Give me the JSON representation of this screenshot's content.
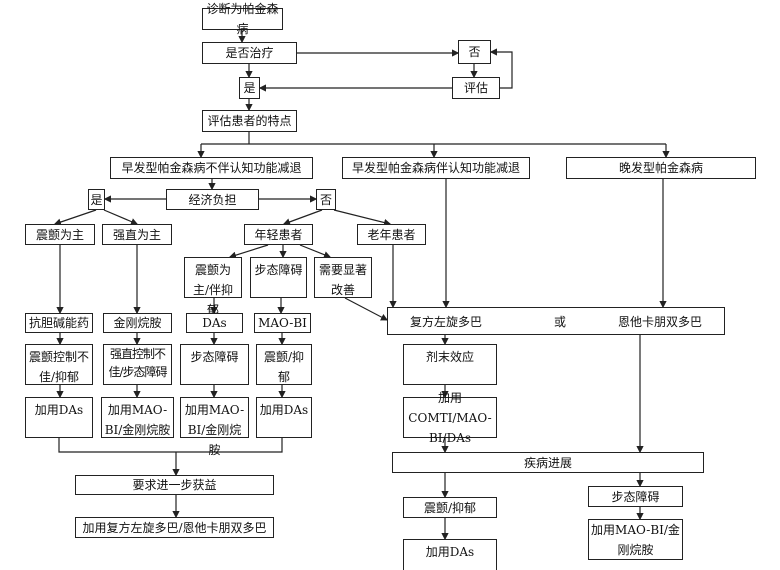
{
  "nodes": {
    "diagnosis": "诊断为帕金森病",
    "treat_q": "是否治疗",
    "no_top": "否",
    "evaluate": "评估",
    "yes_top": "是",
    "assess": "评估患者的特点",
    "early_no_cog": "早发型帕金森病不伴认知功能减退",
    "early_cog": "早发型帕金森病伴认知功能减退",
    "late": "晚发型帕金森病",
    "econ": "经济负担",
    "econ_yes": "是",
    "econ_no": "否",
    "tremor_main": "震颤为主",
    "rigid_main": "强直为主",
    "young": "年轻患者",
    "elderly": "老年患者",
    "tremor_dep": "震颤为主/伴抑郁",
    "gait": "步态障碍",
    "need_improve": "需要显著改善",
    "anticholinergic": "抗胆碱能药",
    "amantadine": "金刚烷胺",
    "das": "DAs",
    "maobi": "MAO-BI",
    "tremor_poor": "震颤控制不佳/抑郁",
    "rigid_poor": "强直控制不佳/步态障碍",
    "gait2": "步态障碍",
    "tremor_dep2": "震颤/抑郁",
    "add_das_1": "加用DAs",
    "add_maobi_1": "加用MAO-BI/金刚烷胺",
    "add_maobi_2": "加用MAO-BI/金刚烷胺",
    "add_das_2": "加用DAs",
    "further": "要求进一步获益",
    "add_levodopa": "加用复方左旋多巴/恩他卡朋双多巴",
    "levodopa": "复方左旋多巴",
    "or": "或",
    "stalevo": "恩他卡朋双多巴",
    "wearing_off": "剂末效应",
    "add_comt": "加用COMTI/MAO-BI/DAs",
    "progress": "疾病进展",
    "tremor_dep3": "震颤/抑郁",
    "add_das_3": "加用DAs",
    "gait3": "步态障碍",
    "add_maobi_3": "加用MAO-BI/金刚烷胺"
  }
}
